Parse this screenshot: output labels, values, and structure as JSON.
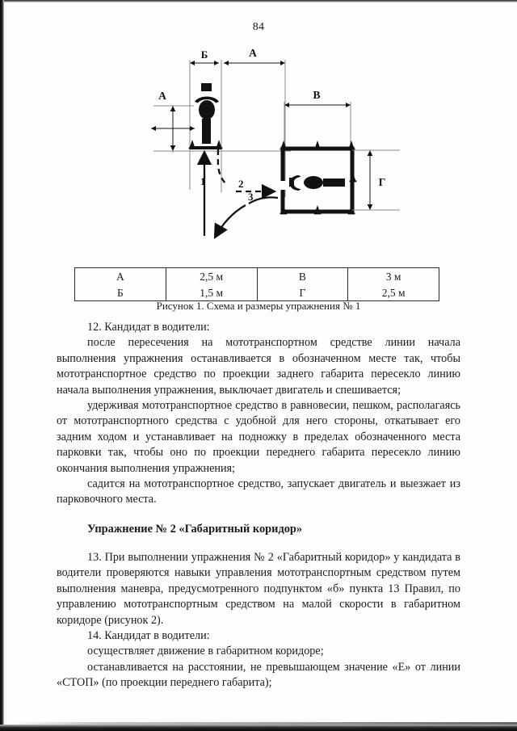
{
  "page": {
    "number": "84"
  },
  "figure": {
    "caption": "Рисунок 1. Схема и размеры упражнения № 1",
    "labels": {
      "b_top": "Б",
      "a_top": "А",
      "a_left": "А",
      "v_right": "В",
      "g_right": "Г",
      "path1": "1",
      "path2": "2",
      "path3": "3"
    },
    "icons": {
      "rider": "motorcycle-rider-top-view-icon",
      "parked": "motorcycle-parked-side-view-icon",
      "cone": "traffic-cone-icon"
    }
  },
  "table": {
    "rows": [
      {
        "key": "А",
        "value": "2,5 м",
        "key2": "В",
        "value2": "3 м"
      },
      {
        "key": "Б",
        "value": "1,5 м",
        "key2": "Г",
        "value2": "2,5 м"
      }
    ]
  },
  "body": {
    "p12_head": "12. Кандидат в водители:",
    "p12_a": "после пересечения на мототранспортном средстве линии начала выполнения упражнения останавливается в обозначенном месте так, чтобы мототранспортное средство по проекции заднего габарита пересекло линию начала выполнения упражнения, выключает двигатель и спешивается;",
    "p12_b": "удерживая мототранспортное средство в равновесии, пешком, располагаясь от мототранспортного средства с удобной для него стороны, откатывает его задним ходом и устанавливает на подножку в пределах обозначенного места парковки так, чтобы оно по проекции переднего габарита пересекло линию окончания выполнения упражнения;",
    "p12_c": "садится на мототранспортное средство, запускает двигатель и выезжает из парковочного места.",
    "heading2": "Упражнение № 2 «Габаритный коридор»",
    "p13": "13. При выполнении упражнения № 2 «Габаритный коридор» у кандидата в водители проверяются навыки управления мототранспортным средством путем выполнения маневра, предусмотренного подпунктом «б» пункта 13 Правил, по управлению мототранспортным средством на малой скорости в габаритном коридоре (рисунок 2).",
    "p14_head": "14. Кандидат в водители:",
    "p14_a": "осуществляет движение в габаритном коридоре;",
    "p14_b": "останавливается на расстоянии, не превышающем значение «Е» от линии «СТОП» (по проекции переднего габарита);"
  },
  "colors": {
    "ink": "#1a1a1a",
    "rule": "#2b2b2b",
    "paper": "#fefefe"
  }
}
